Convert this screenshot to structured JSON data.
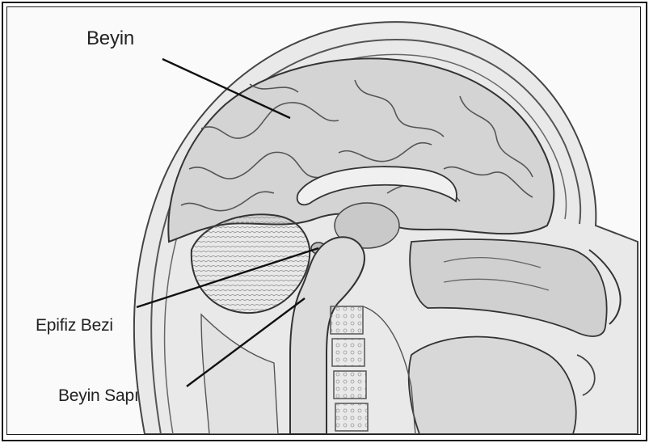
{
  "labels": {
    "brain": "Beyin",
    "pineal": "Epifiz Bezi",
    "brainstem": "Beyin Sapı"
  },
  "colors": {
    "ink": "#222222",
    "tissue": "#cfcfcf",
    "tissue_dark": "#a8a8a8",
    "bone": "#e8e8e8"
  }
}
